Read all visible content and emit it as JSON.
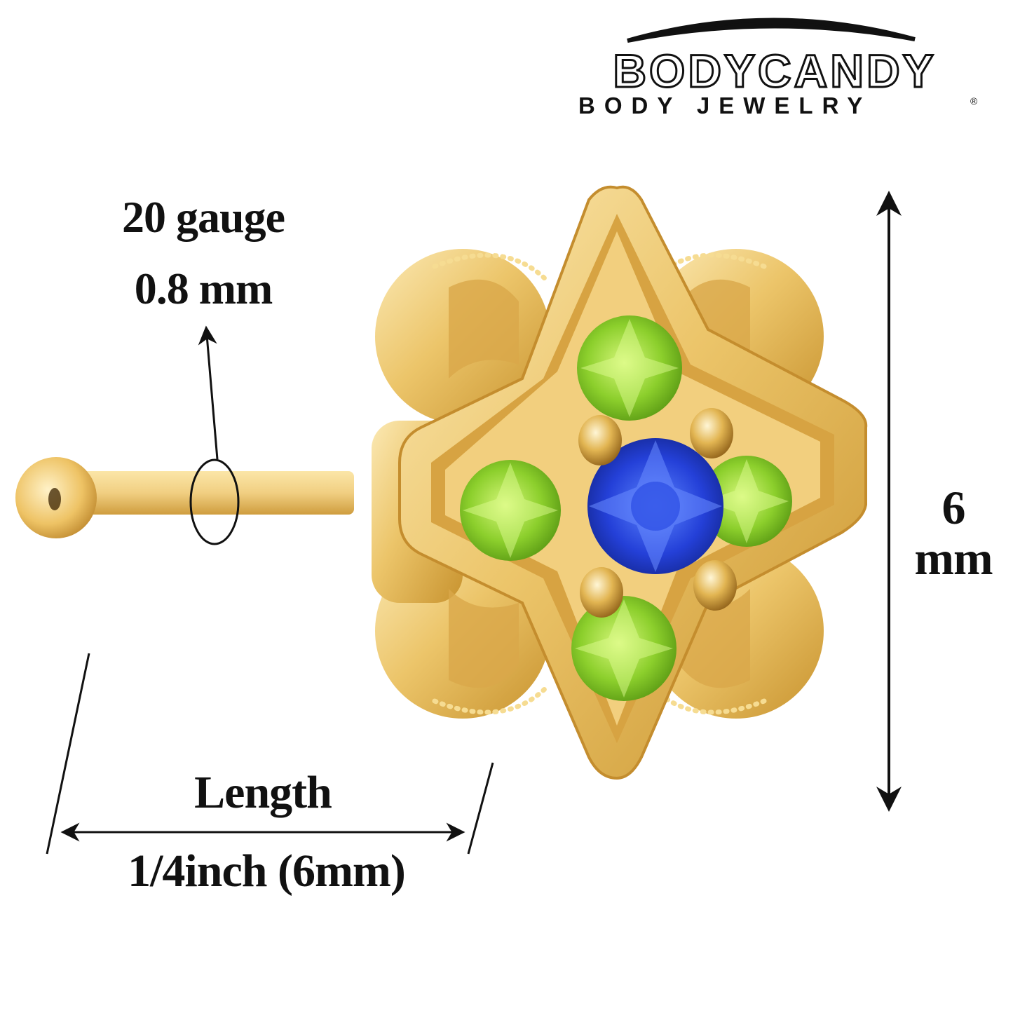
{
  "brand": {
    "name": "BODYCANDY",
    "tagline": "BODY JEWELRY",
    "registered_mark": "®"
  },
  "dimensions": {
    "gauge_label": "20 gauge",
    "gauge_mm": "0.8 mm",
    "length_label": "Length",
    "length_value": "1/4inch (6mm)",
    "height_value": "6",
    "height_unit": "mm"
  },
  "colors": {
    "gold_light": "#f7df9a",
    "gold_mid": "#e7bd5c",
    "gold_dark": "#b9842a",
    "peridot": "#7fc42a",
    "peridot_light": "#c4ef6a",
    "sapphire": "#1f3ccf",
    "sapphire_light": "#4f78ff",
    "ink": "#111111"
  }
}
